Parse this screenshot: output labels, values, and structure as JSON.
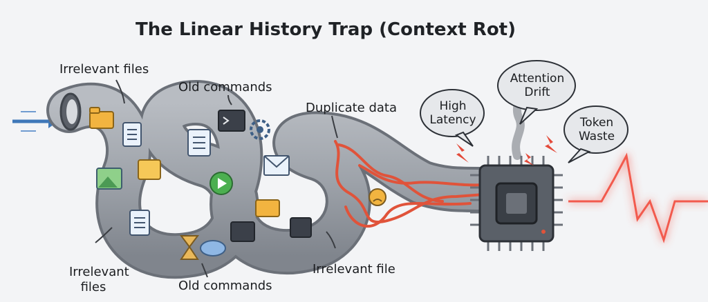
{
  "title": "The Linear History Trap (Context Rot)",
  "labels": {
    "irrelevant_files_top": "Irrelevant files",
    "old_commands_top": "Old commands",
    "duplicate_data": "Duplicate data",
    "irrelevant_files_bottom": "Irrelevant files",
    "old_commands_bottom": "Old commands",
    "irrelevant_file": "Irrelevant file"
  },
  "bubbles": {
    "high_latency": "High Latency",
    "attention_drift": "Attention Drift",
    "token_waste": "Token Waste"
  },
  "colors": {
    "pipe": "#9ea3aa",
    "pipe_dark": "#6b7078",
    "tangle": "#e0533a",
    "signal": "#f25a4d",
    "arrow": "#3f78b8",
    "chip": "#4a5058"
  },
  "icons": [
    "folder-icon",
    "document-icon",
    "terminal-icon",
    "gear-icon",
    "image-icon",
    "play-icon",
    "mail-icon",
    "sad-face-icon",
    "hourglass-icon",
    "cloud-icon",
    "chip-icon",
    "lightning-icon"
  ]
}
